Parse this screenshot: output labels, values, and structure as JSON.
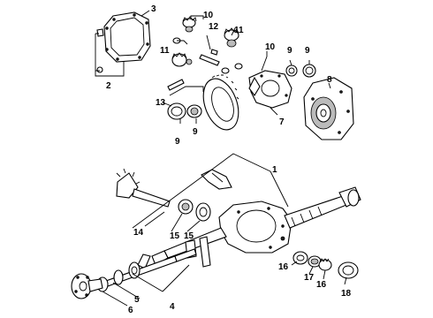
{
  "callouts": [
    {
      "id": "c1",
      "text": "1"
    },
    {
      "id": "c2",
      "text": "2"
    },
    {
      "id": "c3",
      "text": "3"
    },
    {
      "id": "c4",
      "text": "4"
    },
    {
      "id": "c5",
      "text": "5"
    },
    {
      "id": "c6",
      "text": "6"
    },
    {
      "id": "c7",
      "text": "7"
    },
    {
      "id": "c8",
      "text": "8"
    },
    {
      "id": "c9a",
      "text": "9"
    },
    {
      "id": "c9b",
      "text": "9"
    },
    {
      "id": "c9c",
      "text": "9"
    },
    {
      "id": "c9d",
      "text": "9"
    },
    {
      "id": "c10a",
      "text": "10"
    },
    {
      "id": "c10b",
      "text": "10"
    },
    {
      "id": "c11a",
      "text": "11"
    },
    {
      "id": "c11b",
      "text": "11"
    },
    {
      "id": "c12",
      "text": "12"
    },
    {
      "id": "c13",
      "text": "13"
    },
    {
      "id": "c14",
      "text": "14"
    },
    {
      "id": "c15a",
      "text": "15"
    },
    {
      "id": "c15b",
      "text": "15"
    },
    {
      "id": "c16a",
      "text": "16"
    },
    {
      "id": "c16b",
      "text": "16"
    },
    {
      "id": "c17",
      "text": "17"
    },
    {
      "id": "c18",
      "text": "18"
    }
  ]
}
